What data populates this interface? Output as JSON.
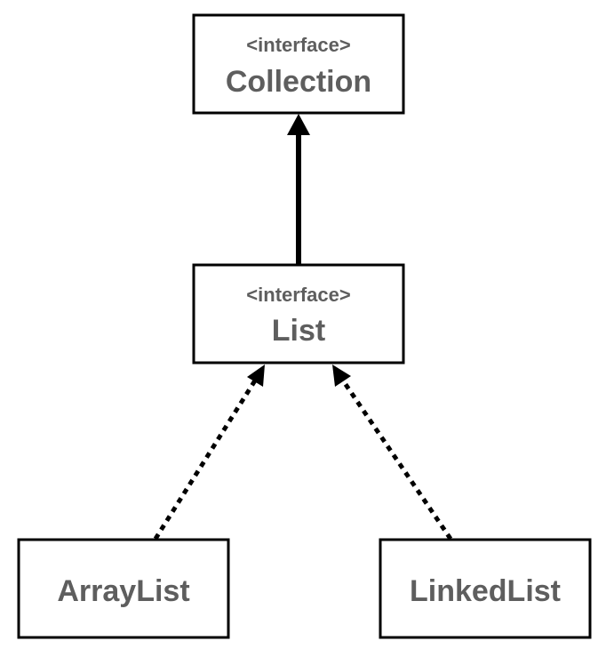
{
  "diagram": {
    "nodes": {
      "collection": {
        "stereotype": "<interface>",
        "name": "Collection"
      },
      "list": {
        "stereotype": "<interface>",
        "name": "List"
      },
      "arraylist": {
        "name": "ArrayList"
      },
      "linkedlist": {
        "name": "LinkedList"
      }
    },
    "edges": [
      {
        "from": "List",
        "to": "Collection",
        "style": "solid"
      },
      {
        "from": "ArrayList",
        "to": "List",
        "style": "dotted"
      },
      {
        "from": "LinkedList",
        "to": "List",
        "style": "dotted"
      }
    ],
    "colors": {
      "text": "#5e5e5e",
      "stroke": "#000000",
      "background": "#ffffff"
    }
  }
}
